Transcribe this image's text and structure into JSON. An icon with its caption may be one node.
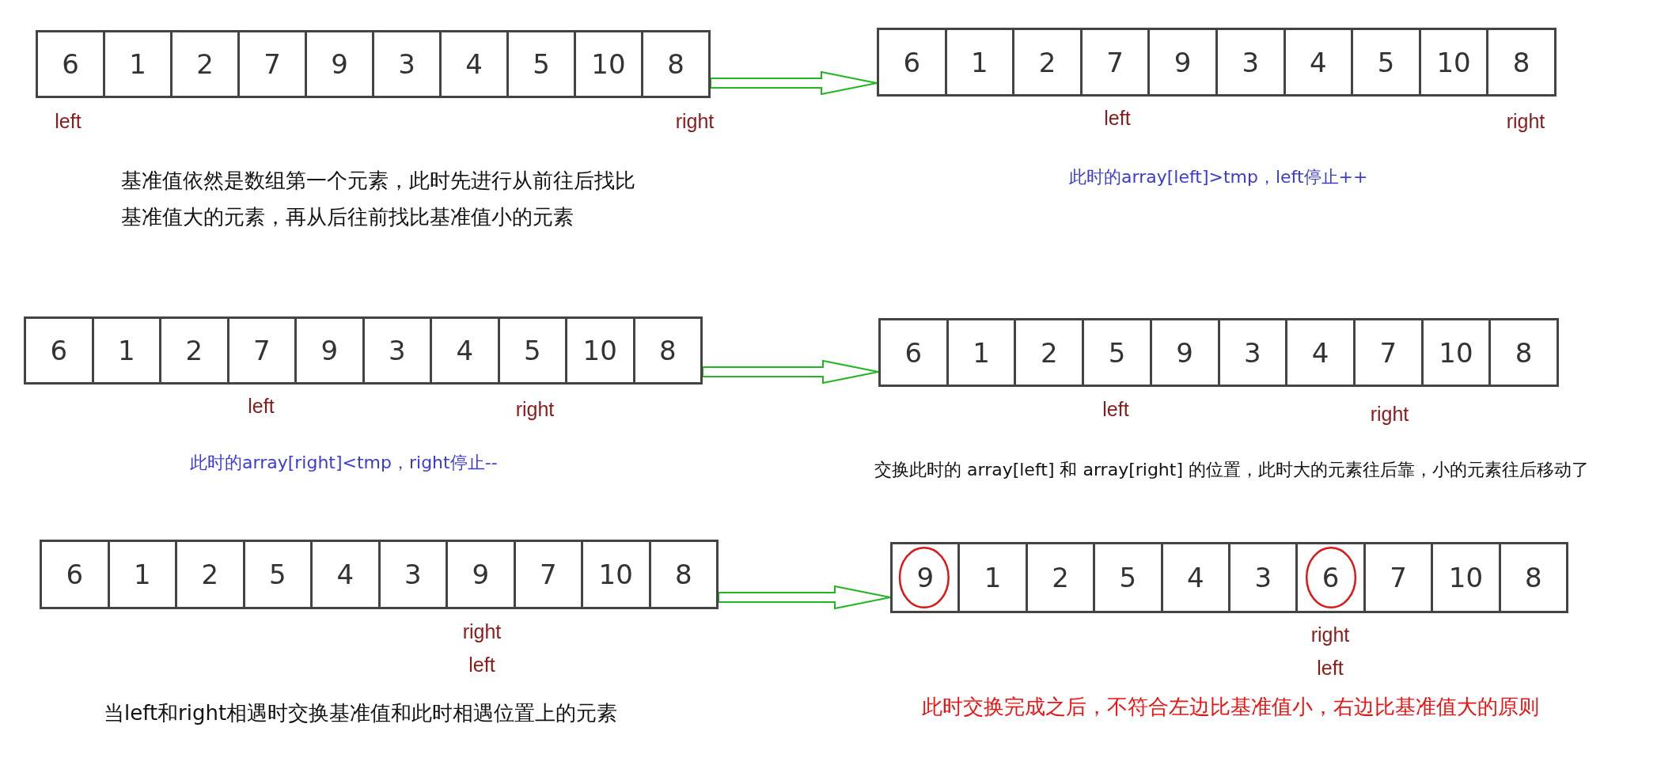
{
  "diagram": {
    "nodes": [
      {
        "text": [],
        "shape": "box"
      },
      {
        "text": [
          "6"
        ],
        "in": 0
      },
      {
        "text": [
          "1"
        ],
        "in": 0
      },
      {
        "text": [
          "2"
        ],
        "in": 0
      },
      {
        "text": [
          "7"
        ],
        "in": 0
      },
      {
        "text": [
          "9"
        ],
        "in": 0
      },
      {
        "text": [
          "3"
        ],
        "in": 0
      },
      {
        "text": [
          "4"
        ],
        "in": 0
      },
      {
        "text": [
          "5"
        ],
        "in": 0
      },
      {
        "text": [
          "10"
        ],
        "in": 0
      },
      {
        "text": [
          "8"
        ],
        "in": 0
      },
      {
        "text": [],
        "shape": "box"
      },
      {
        "text": [
          "6"
        ],
        "in": 11
      },
      {
        "text": [
          "1"
        ],
        "in": 11
      },
      {
        "text": [
          "2"
        ],
        "in": 11
      },
      {
        "text": [
          "7"
        ],
        "in": 11
      },
      {
        "text": [
          "9"
        ],
        "in": 11
      },
      {
        "text": [
          "3"
        ],
        "in": 11
      },
      {
        "text": [
          "4"
        ],
        "in": 11
      },
      {
        "text": [
          "5"
        ],
        "in": 11
      },
      {
        "text": [
          "10"
        ],
        "in": 11
      },
      {
        "text": [
          "8"
        ],
        "in": 11
      },
      {
        "text": [],
        "shape": "box"
      },
      {
        "text": [
          "6"
        ],
        "in": 22
      },
      {
        "text": [
          "1"
        ],
        "in": 22
      },
      {
        "text": [
          "2"
        ],
        "in": 22
      },
      {
        "text": [
          "7"
        ],
        "in": 22
      },
      {
        "text": [
          "9"
        ],
        "in": 22
      },
      {
        "text": [
          "3"
        ],
        "in": 22
      },
      {
        "text": [
          "4"
        ],
        "in": 22
      },
      {
        "text": [
          "5"
        ],
        "in": 22
      },
      {
        "text": [
          "10"
        ],
        "in": 22
      },
      {
        "text": [
          "8"
        ],
        "in": 22
      },
      {
        "text": [],
        "shape": "box"
      },
      {
        "text": [
          "6"
        ],
        "in": 33
      },
      {
        "text": [
          "1"
        ],
        "in": 33
      },
      {
        "text": [
          "2"
        ],
        "in": 33
      },
      {
        "text": [
          "5"
        ],
        "in": 33
      },
      {
        "text": [
          "9"
        ],
        "in": 33
      },
      {
        "text": [
          "3"
        ],
        "in": 33
      },
      {
        "text": [
          "4"
        ],
        "in": 33
      },
      {
        "text": [
          "7"
        ],
        "in": 33
      },
      {
        "text": [
          "10"
        ],
        "in": 33
      },
      {
        "text": [
          "8"
        ],
        "in": 33
      },
      {
        "text": [],
        "shape": "box"
      },
      {
        "text": [
          "6"
        ],
        "in": 44
      },
      {
        "text": [
          "1"
        ],
        "in": 44
      },
      {
        "text": [
          "2"
        ],
        "in": 44
      },
      {
        "text": [
          "5"
        ],
        "in": 44
      },
      {
        "text": [
          "4"
        ],
        "in": 44
      },
      {
        "text": [
          "3"
        ],
        "in": 44
      },
      {
        "text": [
          "9"
        ],
        "in": 44
      },
      {
        "text": [
          "7"
        ],
        "in": 44
      },
      {
        "text": [
          "10"
        ],
        "in": 44
      },
      {
        "text": [
          "8"
        ],
        "in": 44
      },
      {
        "text": [],
        "shape": "box"
      },
      {
        "text": [
          "9"
        ],
        "in": 55
      },
      {
        "text": [
          "1"
        ],
        "in": 55
      },
      {
        "text": [
          "2"
        ],
        "in": 55
      },
      {
        "text": [
          "5"
        ],
        "in": 55
      },
      {
        "text": [
          "4"
        ],
        "in": 55
      },
      {
        "text": [
          "3"
        ],
        "in": 55
      },
      {
        "text": [
          "6"
        ],
        "in": 55
      },
      {
        "text": [
          "7"
        ],
        "in": 55
      },
      {
        "text": [
          "10"
        ],
        "in": 55
      },
      {
        "text": [
          "8"
        ],
        "in": 55
      }
    ],
    "edges": [
      {
        "from": 0,
        "to": 11,
        "arrow": "to"
      },
      {
        "from": 22,
        "to": 33,
        "arrow": "to"
      },
      {
        "from": 44,
        "to": 55,
        "arrow": "to"
      }
    ],
    "labels": [
      "left",
      "right",
      "left",
      "right",
      "基准值依然是数组第一个元素，此时先进行从前往后找比基准值大的元素，再从后往前找比基准值小的元素",
      "此时的array[left]>tmp，left停止++",
      "left",
      "right",
      "left",
      "right",
      "此时的array[right]<tmp，right停止--",
      "交换此时的 array[left] 和 array[right] 的位置，此时大的元素往后靠，小的元素往后移动了",
      "right",
      "right",
      "left",
      "left",
      "当left和right相遇时交换基准值和此时相遇位置上的元素",
      "此时交换完成之后，不符合左边比基准值小，右边比基准值大的原则"
    ]
  }
}
